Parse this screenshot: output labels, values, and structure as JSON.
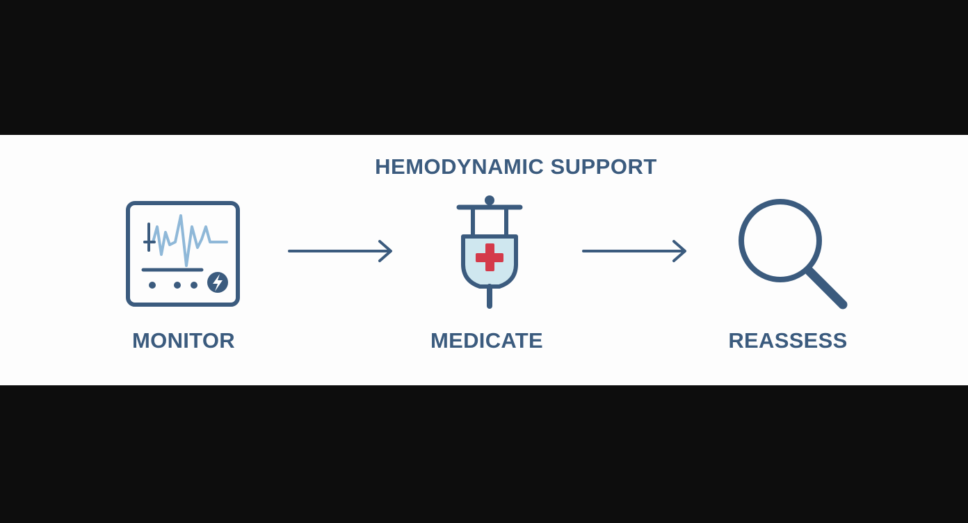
{
  "diagram": {
    "title": "HEMODYNAMIC SUPPORT",
    "steps": [
      {
        "label": "MONITOR",
        "icon": "heart-monitor-icon"
      },
      {
        "label": "MEDICATE",
        "icon": "iv-bag-icon"
      },
      {
        "label": "REASSESS",
        "icon": "magnifying-glass-icon"
      }
    ],
    "connectors": [
      "arrow-right",
      "arrow-right"
    ]
  },
  "colors": {
    "background": "#0d0d0d",
    "band": "#fdfdfd",
    "primary": "#3b5b7e",
    "light_blue": "#8fb8d8",
    "fluid": "#cfe7ef",
    "cross": "#d43a4a"
  }
}
